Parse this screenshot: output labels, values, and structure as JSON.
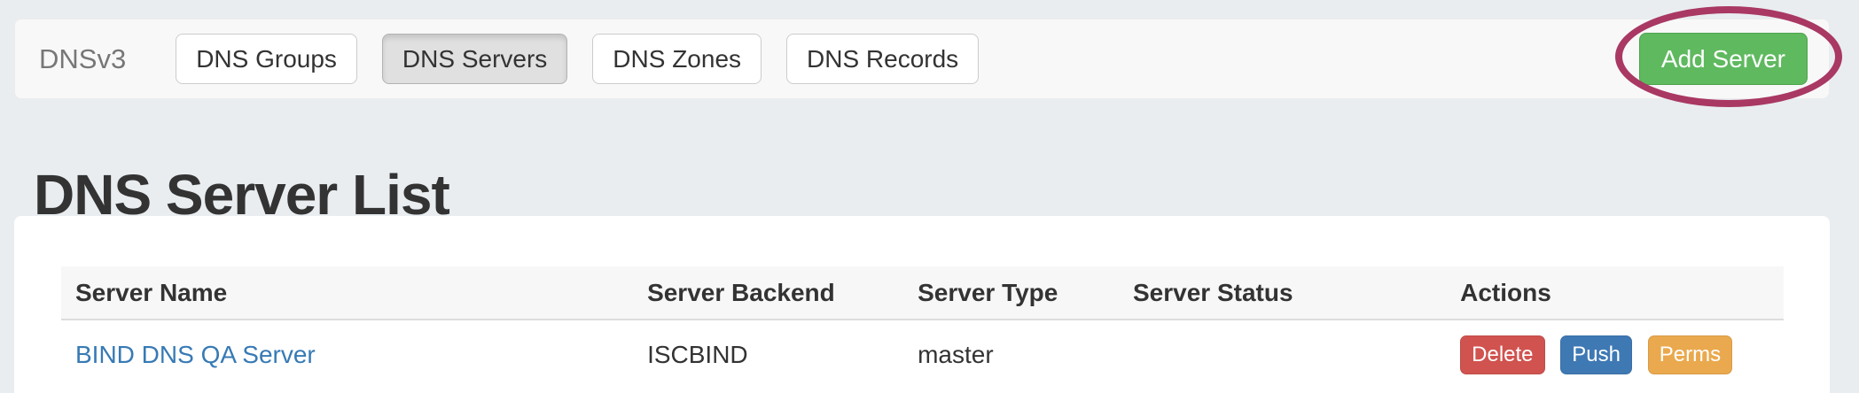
{
  "navbar": {
    "brand": "DNSv3",
    "tabs": [
      {
        "label": "DNS Groups"
      },
      {
        "label": "DNS Servers"
      },
      {
        "label": "DNS Zones"
      },
      {
        "label": "DNS Records"
      }
    ],
    "active_tab": "DNS Servers",
    "add_server_label": "Add Server"
  },
  "annotation": {
    "shape": "ellipse",
    "highlights": "Add Server button",
    "color": "#a93863"
  },
  "page": {
    "title": "DNS Server List"
  },
  "table": {
    "columns": [
      "Server Name",
      "Server Backend",
      "Server Type",
      "Server Status",
      "Actions"
    ],
    "rows": [
      {
        "server_name": "BIND DNS QA Server",
        "server_backend": "ISCBIND",
        "server_type": "master",
        "server_status": "",
        "actions": [
          {
            "label": "Delete",
            "color": "#d0534f"
          },
          {
            "label": "Push",
            "color": "#3f79b4"
          },
          {
            "label": "Perms",
            "color": "#eaa94e"
          }
        ]
      }
    ]
  },
  "colors": {
    "page_background": "#e9edf0",
    "navbar_background": "#f8f8f8",
    "active_tab_background": "#e0e0e0",
    "add_button_green": "#5fb95f",
    "link_blue": "#377ab5",
    "heading_text": "#333333",
    "table_header_background": "#f7f7f8",
    "annotation_stroke": "#a93863"
  }
}
